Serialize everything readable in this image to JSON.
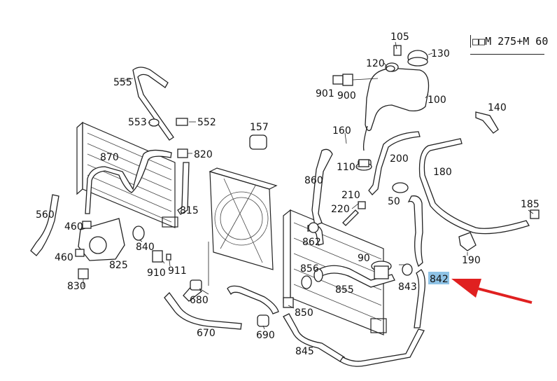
{
  "engine_code": "M 275+M 60",
  "engine_code_prefix": "□□",
  "highlighted_part": "842",
  "colors": {
    "highlight": "#8fc3e6",
    "arrow": "#e02020",
    "line": "#222222"
  },
  "parts": {
    "p105": "105",
    "p130": "130",
    "p120": "120",
    "p901": "901",
    "p900": "900",
    "p100": "100",
    "p140": "140",
    "p555": "555",
    "p553": "553",
    "p552": "552",
    "p157": "157",
    "p160": "160",
    "p820": "820",
    "p870": "870",
    "p110": "110",
    "p200": "200",
    "p180": "180",
    "p860": "860",
    "p210": "210",
    "p220": "220",
    "p50": "50",
    "p185": "185",
    "p560": "560",
    "p815": "815",
    "p460a": "460",
    "p840": "840",
    "p460b": "460",
    "p862": "862",
    "p825": "825",
    "p910": "910",
    "p911": "911",
    "p90": "90",
    "p190": "190",
    "p856": "856",
    "p830": "830",
    "p843": "843",
    "p842": "842",
    "p855": "855",
    "p680": "680",
    "p850": "850",
    "p670": "670",
    "p690": "690",
    "p845": "845"
  }
}
